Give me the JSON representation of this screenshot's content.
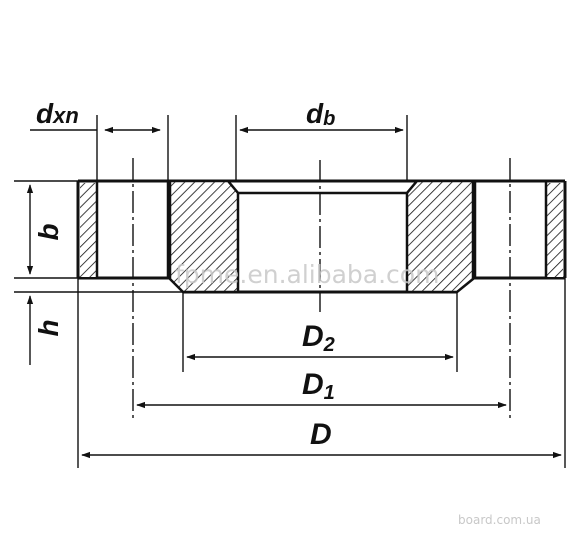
{
  "diagram": {
    "labels": {
      "dxn_main": "d",
      "dxn_sub": "xn",
      "db_main": "d",
      "db_sub": "b",
      "b": "b",
      "h": "h",
      "D2_main": "D",
      "D2_sub": "2",
      "D1_main": "D",
      "D1_sub": "1",
      "D": "D"
    },
    "watermark": "fpme.en.alibaba.com",
    "corner_credit": "board.com.ua"
  },
  "colors": {
    "ink": "#111111",
    "background": "#ffffff",
    "watermark": "#c8c8c8"
  }
}
